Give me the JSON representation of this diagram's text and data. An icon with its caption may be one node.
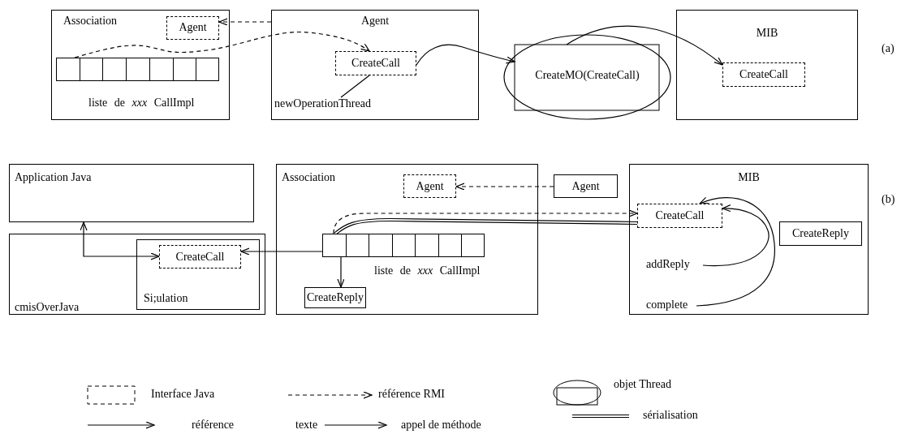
{
  "diagram": {
    "nodes": [
      {
        "text": [
          "Association"
        ]
      },
      {
        "text": [
          "Agent"
        ],
        "in": 0
      },
      {
        "text": [],
        "shape": "box",
        "in": 0,
        "beside": [
          "liste de *xxx* CallImpl"
        ]
      },
      {
        "text": [
          "Agent"
        ]
      },
      {
        "text": [
          "CreateCall"
        ],
        "in": 3
      },
      {
        "text": [
          "newOperationThread"
        ],
        "in": 3
      },
      {
        "text": [
          "CreateMO(CreateCall)"
        ]
      },
      {
        "text": [
          "MIB"
        ]
      },
      {
        "text": [
          "CreateCall"
        ],
        "in": 7
      },
      {
        "text": [
          "Application Java"
        ]
      },
      {
        "text": [
          "cmisOverJava"
        ]
      },
      {
        "text": [
          "Si;ulation"
        ],
        "in": 10
      },
      {
        "text": [
          "CreateCall"
        ],
        "in": 11
      },
      {
        "text": [
          "Association"
        ]
      },
      {
        "text": [
          "Agent"
        ],
        "in": 13
      },
      {
        "text": [],
        "shape": "box",
        "in": 13,
        "beside": [
          "liste de *xxx* CallImpl"
        ]
      },
      {
        "text": [
          "CreateReply"
        ],
        "in": 13
      },
      {
        "text": [
          "Agent"
        ]
      },
      {
        "text": [
          "MIB"
        ]
      },
      {
        "text": [
          "CreateCall"
        ],
        "in": 18
      },
      {
        "text": [
          "CreateReply"
        ],
        "in": 18
      },
      {
        "text": [
          "addReply"
        ],
        "in": 18
      },
      {
        "text": [
          "complete"
        ],
        "in": 18
      }
    ],
    "edges": [
      {
        "from": 3,
        "to": 1,
        "arrow": "to",
        "style": "dashed"
      },
      {
        "from": 2,
        "to": 4,
        "arrow": "to",
        "style": "dashed"
      },
      {
        "from": 4,
        "to": 6,
        "arrow": "to"
      },
      {
        "from": 6,
        "to": 8,
        "arrow": "to"
      },
      {
        "from": 5,
        "to": 4,
        "arrow": "none"
      },
      {
        "from": 17,
        "to": 14,
        "arrow": "to",
        "style": "dashed"
      },
      {
        "from": 15,
        "to": 19,
        "arrow": "to",
        "style": "dashed"
      },
      {
        "from": 15,
        "to": 19,
        "arrow": "none",
        "style": "thick"
      },
      {
        "from": 15,
        "to": 12,
        "arrow": "to"
      },
      {
        "from": 9,
        "to": 12,
        "arrow": "both"
      },
      {
        "from": 15,
        "to": 16,
        "arrow": "to"
      },
      {
        "from": 21,
        "to": 19,
        "arrow": "to"
      },
      {
        "from": 22,
        "to": 19,
        "arrow": "to"
      }
    ],
    "labels": [
      "(a)",
      "(b)",
      "texte"
    ],
    "legend": [
      {
        "text": "Interface Java"
      },
      {
        "text": "référence RMI"
      },
      {
        "text": "objet Thread"
      },
      {
        "text": "référence"
      },
      {
        "text": "appel de méthode"
      },
      {
        "text": "sérialisation"
      }
    ]
  }
}
